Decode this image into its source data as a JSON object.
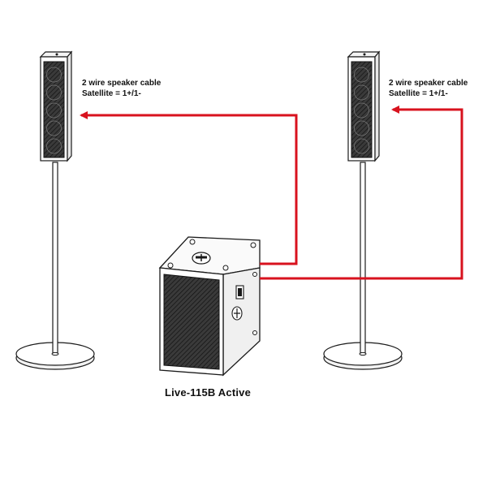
{
  "cable_label": {
    "line1": "2 wire speaker cable",
    "line2": "Satellite = 1+/1-"
  },
  "subwoofer_model": "Live-115B Active",
  "colors": {
    "cable": "#d8121e",
    "outline": "#1a1a1a",
    "grille": "#2b2b2b"
  },
  "icons": [
    "column-speaker-left-icon",
    "column-speaker-right-icon",
    "subwoofer-icon",
    "speaker-stand-icon"
  ]
}
